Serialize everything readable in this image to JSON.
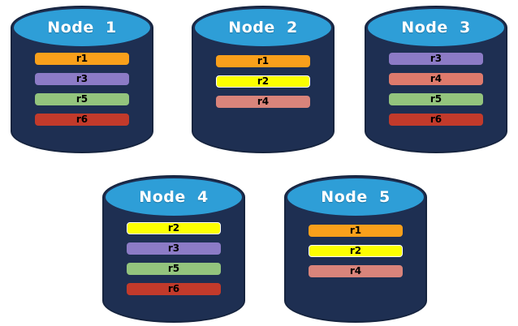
{
  "palette": {
    "background": "#FFFFFF",
    "cylinder_body": "#1E2F52",
    "cylinder_outline": "#16243F",
    "cylinder_top": "#2E9ED7",
    "title_text": "#FFFFFF",
    "bar_text": "#000000",
    "replica_colors": {
      "r1": "#F9A01B",
      "r2": "#FCFF00",
      "r3": "#8C7BC6",
      "r4": "#D9847B",
      "r5": "#93C47D",
      "r6": "#C23A2B"
    }
  },
  "nodes": [
    {
      "title": "Node  1",
      "replicas": [
        {
          "label": "r1",
          "color": "#F9A01B"
        },
        {
          "label": "r3",
          "color": "#8C7BC6"
        },
        {
          "label": "r5",
          "color": "#93C47D"
        },
        {
          "label": "r6",
          "color": "#C23A2B"
        }
      ]
    },
    {
      "title": "Node  2",
      "replicas": [
        {
          "label": "r1",
          "color": "#F9A01B"
        },
        {
          "label": "r2",
          "color": "#FCFF00",
          "outline": "#FFFFFF"
        },
        {
          "label": "r4",
          "color": "#D9847B"
        }
      ]
    },
    {
      "title": "Node  3",
      "replicas": [
        {
          "label": "r3",
          "color": "#8C7BC6"
        },
        {
          "label": "r4",
          "color": "#DE7A6C"
        },
        {
          "label": "r5",
          "color": "#93C47D"
        },
        {
          "label": "r6",
          "color": "#C23A2B"
        }
      ]
    },
    {
      "title": "Node  4",
      "replicas": [
        {
          "label": "r2",
          "color": "#FCFF00",
          "outline": "#FFFFFF"
        },
        {
          "label": "r3",
          "color": "#8C7BC6"
        },
        {
          "label": "r5",
          "color": "#93C47D"
        },
        {
          "label": "r6",
          "color": "#C23A2B"
        }
      ]
    },
    {
      "title": "Node  5",
      "replicas": [
        {
          "label": "r1",
          "color": "#F9A01B"
        },
        {
          "label": "r2",
          "color": "#FCFF00",
          "outline": "#FFFFFF"
        },
        {
          "label": "r4",
          "color": "#D9847B"
        }
      ]
    }
  ]
}
